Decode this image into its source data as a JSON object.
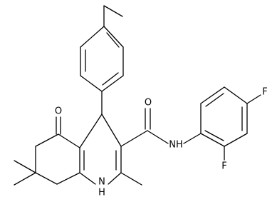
{
  "molecule": {
    "atom_labels": {
      "oxygen_ketone": "O",
      "oxygen_amide": "O",
      "nitrogen_amide": "NH",
      "nitrogen_ring": "N",
      "hydrogen_ring": "H",
      "fluorine_ortho": "F",
      "fluorine_para": "F"
    },
    "colors": {
      "bond": "#000000",
      "label": "#000000",
      "background": "#ffffff"
    }
  }
}
